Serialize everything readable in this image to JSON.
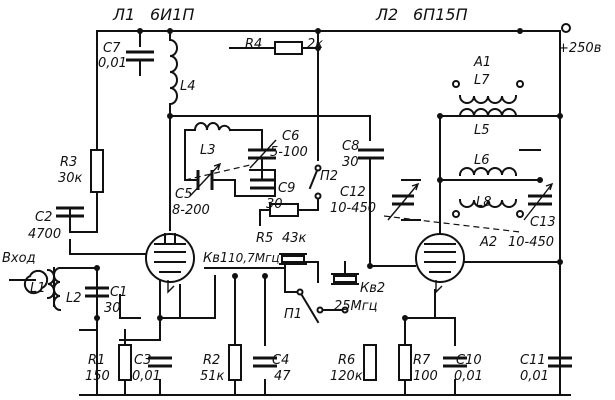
{
  "tubes": {
    "l1": {
      "ref": "Л1",
      "type": "6И1П"
    },
    "l2": {
      "ref": "Л2",
      "type": "6П15П"
    }
  },
  "supply": "+250в",
  "input": "Вход",
  "components": {
    "c1": {
      "ref": "C1",
      "value": "30"
    },
    "c2": {
      "ref": "C2",
      "value": "4700"
    },
    "c3": {
      "ref": "C3",
      "value": "0,01"
    },
    "c4": {
      "ref": "C4",
      "value": "47"
    },
    "c5": {
      "ref": "C5",
      "value": "8-200"
    },
    "c6": {
      "ref": "C6",
      "value": "5-100"
    },
    "c7": {
      "ref": "C7",
      "value": "0,01"
    },
    "c8": {
      "ref": "C8",
      "value": "30"
    },
    "c9": {
      "ref": "C9",
      "value": "30"
    },
    "c10": {
      "ref": "C10",
      "value": "0,01"
    },
    "c11": {
      "ref": "C11",
      "value": "0,01"
    },
    "c12": {
      "ref": "C12",
      "value": "10-450"
    },
    "c13": {
      "ref": "C13",
      "value": "10-450"
    },
    "r1": {
      "ref": "R1",
      "value": "150"
    },
    "r2": {
      "ref": "R2",
      "value": "51к"
    },
    "r3": {
      "ref": "R3",
      "value": "30к"
    },
    "r4": {
      "ref": "R4",
      "value": "2к"
    },
    "r5": {
      "ref": "R5",
      "value": "43к"
    },
    "r6": {
      "ref": "R6",
      "value": "120к"
    },
    "r7": {
      "ref": "R7",
      "value": "100"
    },
    "l1": {
      "ref": "L1"
    },
    "l2": {
      "ref": "L2"
    },
    "l3": {
      "ref": "L3"
    },
    "l4": {
      "ref": "L4"
    },
    "l5": {
      "ref": "L5"
    },
    "l6": {
      "ref": "L6"
    },
    "l7": {
      "ref": "L7"
    },
    "l8": {
      "ref": "L8"
    },
    "p1": {
      "ref": "П1"
    },
    "p2": {
      "ref": "П2"
    },
    "a1": {
      "ref": "A1"
    },
    "a2": {
      "ref": "A2"
    },
    "kv1": {
      "ref": "Кв1",
      "value": "10,7Мгц"
    },
    "kv2": {
      "ref": "Кв2",
      "value": "25Мгц"
    }
  }
}
